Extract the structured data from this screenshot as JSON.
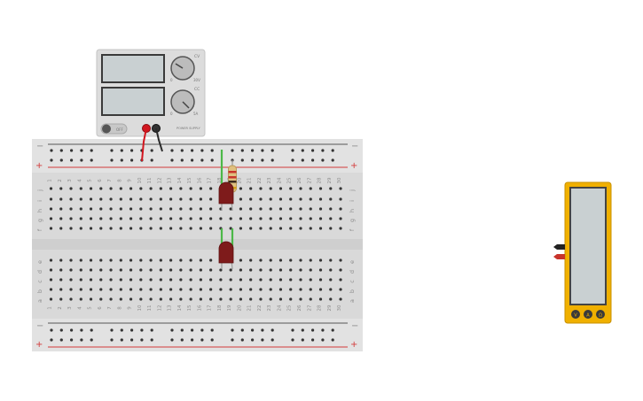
{
  "power_supply": {
    "switch_label": "OFF",
    "voltage_knob_label": "CV",
    "current_knob_label": "CC",
    "voltage_min_label": "0",
    "voltage_max_label": "30V",
    "current_min_label": "0",
    "current_max_label": "5A",
    "brand_label": "POWER SUPPLY",
    "output_on": false
  },
  "breadboard": {
    "rail_plus_label": "+",
    "rail_minus_label": "−",
    "top_row_labels": [
      "j",
      "i",
      "h",
      "g",
      "f"
    ],
    "bottom_row_labels": [
      "e",
      "d",
      "c",
      "b",
      "a"
    ],
    "column_count": 30
  },
  "components": {
    "resistor": {
      "name": "resistor",
      "band_colors": [
        "#c8342c",
        "#c8342c",
        "#3a2a1c",
        "#d4a017"
      ]
    },
    "led_top": {
      "name": "red LED",
      "color": "#7e1b1b"
    },
    "led_bottom": {
      "name": "red LED",
      "color": "#7e1b1b"
    }
  },
  "multimeter": {
    "mode_buttons": [
      "V",
      "A",
      "Ω"
    ],
    "reading": ""
  },
  "colors": {
    "rail_red": "#d33b3b",
    "wire_red": "#d2161f",
    "wire_black": "#2b2b2b",
    "wire_green": "#4cb848",
    "multimeter_body": "#f0b000"
  }
}
